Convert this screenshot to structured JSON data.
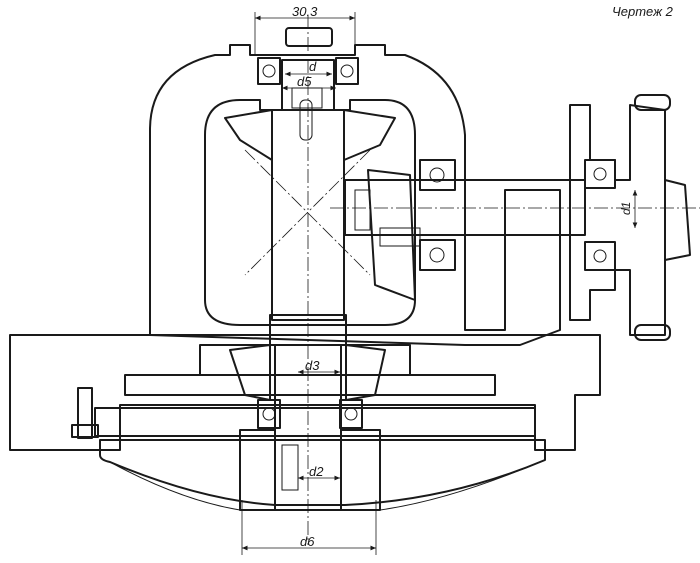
{
  "drawing": {
    "title": "Чертеж 2",
    "labels": {
      "d_top_width": "30.3",
      "d": "d",
      "d5": "d5",
      "d3": "d3",
      "d2": "d2",
      "d6": "d6",
      "d1": "d1"
    }
  }
}
